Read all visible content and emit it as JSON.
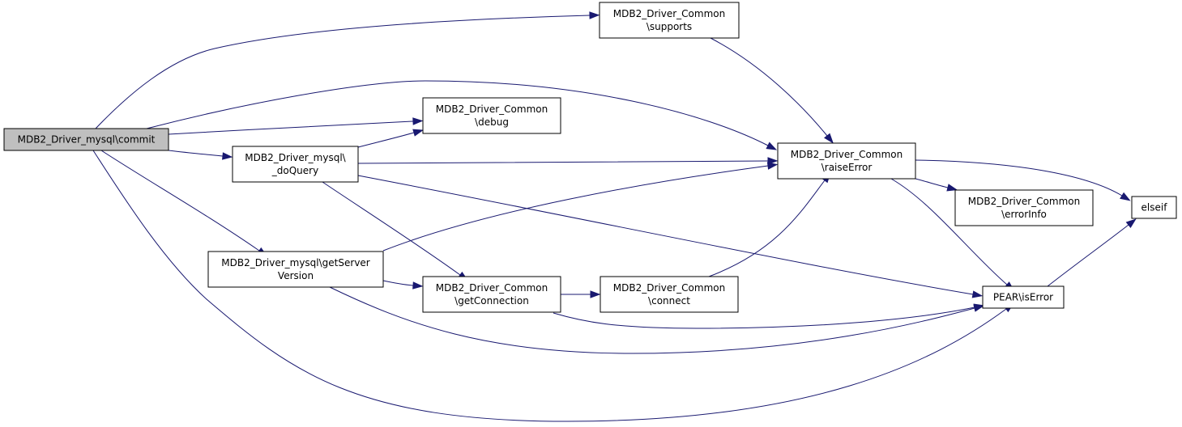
{
  "diagram": {
    "nodes": [
      {
        "id": "commit",
        "lines": [
          "MDB2_Driver_mysql\\commit"
        ],
        "root": true
      },
      {
        "id": "supports",
        "lines": [
          "MDB2_Driver_Common",
          "\\supports"
        ]
      },
      {
        "id": "debug",
        "lines": [
          "MDB2_Driver_Common",
          "\\debug"
        ]
      },
      {
        "id": "doQuery",
        "lines": [
          "MDB2_Driver_mysql\\",
          "_doQuery"
        ]
      },
      {
        "id": "raiseError",
        "lines": [
          "MDB2_Driver_Common",
          "\\raiseError"
        ]
      },
      {
        "id": "errorInfo",
        "lines": [
          "MDB2_Driver_Common",
          "\\errorInfo"
        ]
      },
      {
        "id": "elseif",
        "lines": [
          "elseif"
        ]
      },
      {
        "id": "getServerVersion",
        "lines": [
          "MDB2_Driver_mysql\\getServer",
          "Version"
        ]
      },
      {
        "id": "getConnection",
        "lines": [
          "MDB2_Driver_Common",
          "\\getConnection"
        ]
      },
      {
        "id": "connect",
        "lines": [
          "MDB2_Driver_Common",
          "\\connect"
        ]
      },
      {
        "id": "isError",
        "lines": [
          "PEAR\\isError"
        ]
      }
    ],
    "edges": [
      {
        "from": "commit",
        "to": "supports"
      },
      {
        "from": "commit",
        "to": "raiseError"
      },
      {
        "from": "commit",
        "to": "debug"
      },
      {
        "from": "commit",
        "to": "doQuery"
      },
      {
        "from": "commit",
        "to": "getServerVersion"
      },
      {
        "from": "commit",
        "to": "isError"
      },
      {
        "from": "supports",
        "to": "raiseError"
      },
      {
        "from": "doQuery",
        "to": "debug"
      },
      {
        "from": "doQuery",
        "to": "raiseError"
      },
      {
        "from": "doQuery",
        "to": "getConnection"
      },
      {
        "from": "doQuery",
        "to": "isError"
      },
      {
        "from": "raiseError",
        "to": "errorInfo"
      },
      {
        "from": "raiseError",
        "to": "elseif"
      },
      {
        "from": "raiseError",
        "to": "isError"
      },
      {
        "from": "getServerVersion",
        "to": "raiseError"
      },
      {
        "from": "getServerVersion",
        "to": "getConnection"
      },
      {
        "from": "getServerVersion",
        "to": "isError"
      },
      {
        "from": "getConnection",
        "to": "connect"
      },
      {
        "from": "getConnection",
        "to": "isError"
      },
      {
        "from": "connect",
        "to": "raiseError"
      },
      {
        "from": "isError",
        "to": "elseif"
      }
    ]
  }
}
